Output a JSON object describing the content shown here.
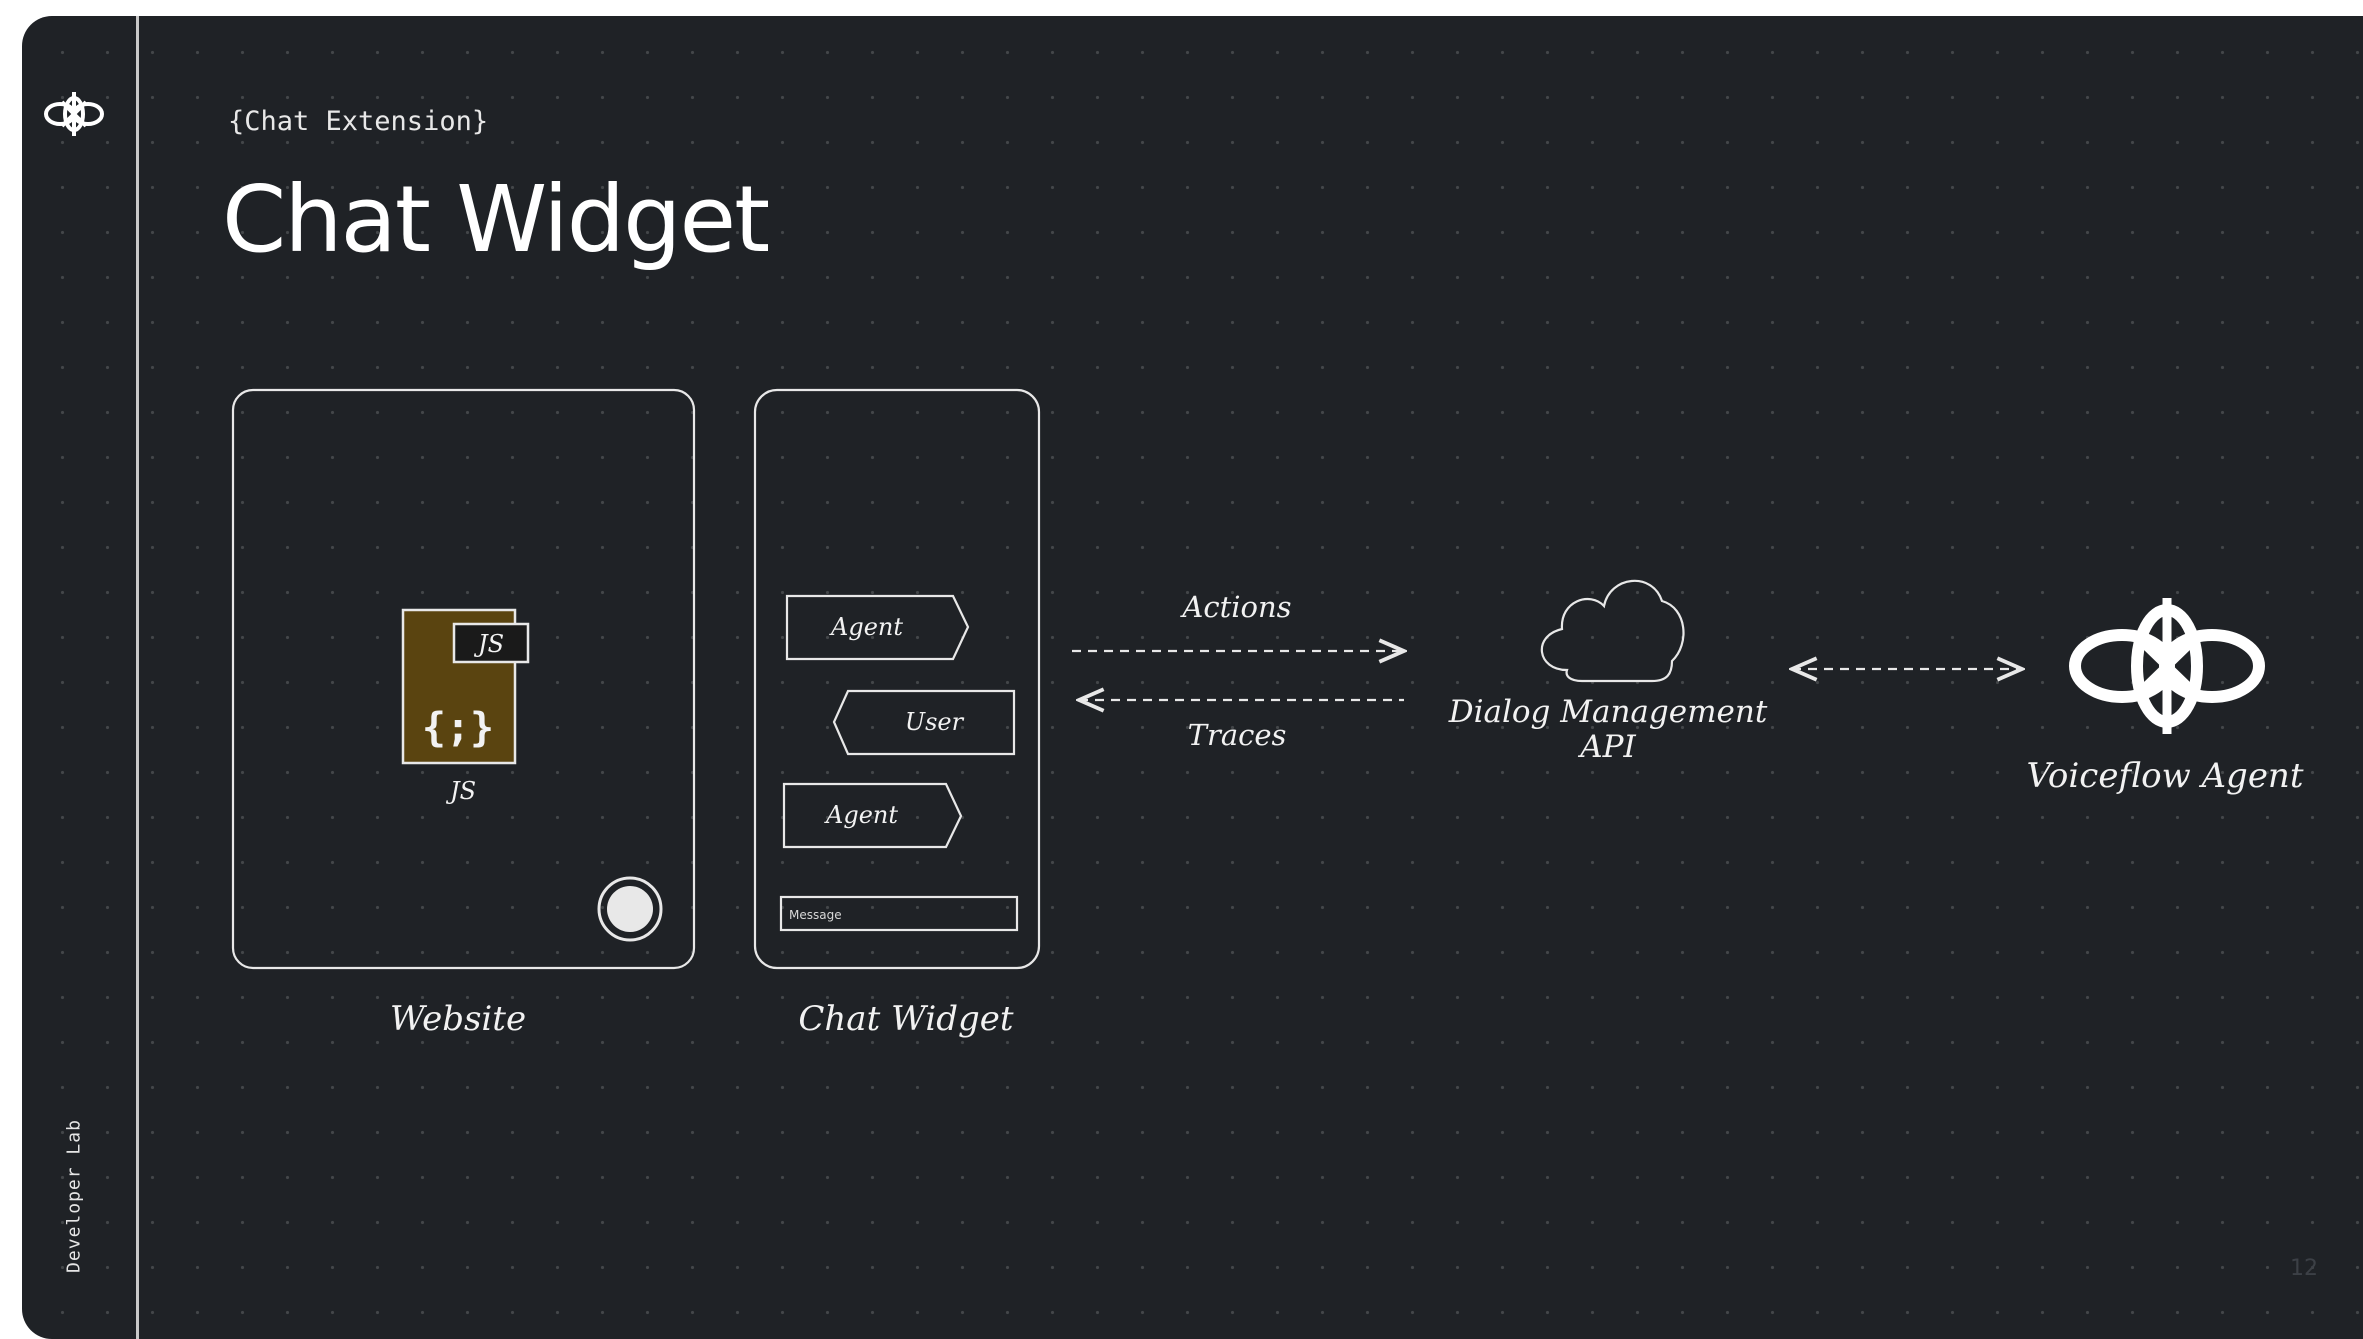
{
  "slide": {
    "eyebrow": "{Chat Extension}",
    "title": "Chat Widget",
    "sidebar_label": "Developer Lab",
    "page_number": "12",
    "logo_icon": "voiceflow-logo-icon"
  },
  "diagram": {
    "website": {
      "label": "Website",
      "file_badge": "JS",
      "file_symbol": "{;}",
      "file_caption": "JS",
      "file_color": "#5a4410",
      "launcher_icon": "chat-launcher-button-icon"
    },
    "chat_widget": {
      "label": "Chat Widget",
      "messages": [
        {
          "role": "agent",
          "text": "Agent"
        },
        {
          "role": "user",
          "text": "User"
        },
        {
          "role": "agent",
          "text": "Agent"
        }
      ],
      "input_placeholder": "Message"
    },
    "arrows": {
      "actions_label": "Actions",
      "traces_label": "Traces"
    },
    "api": {
      "label_line1": "Dialog Management",
      "label_line2": "API",
      "icon": "cloud-icon"
    },
    "agent": {
      "label": "Voiceflow Agent",
      "icon": "voiceflow-logo-icon"
    }
  },
  "colors": {
    "background": "#1f2226",
    "line": "#e8e8e8",
    "file_icon": "#5a4410"
  }
}
